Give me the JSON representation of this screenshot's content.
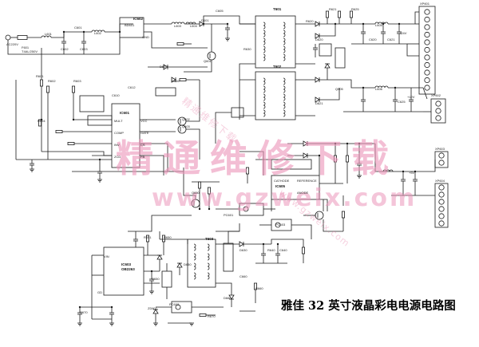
{
  "caption": "雅佳 32 英寸液晶彩电电源电路图",
  "watermark": {
    "chinese": "精通维修下载",
    "url": "www.gzweix.com",
    "diagonal": "精通维修下载",
    "diagonal2": "www.gzweix.com"
  },
  "chips": {
    "ic_top": "IC602",
    "ic_pfc": "IC601",
    "ic_mid": "IC605",
    "ic_bottom": "IC603",
    "ic_bottom_part": "OB2263",
    "t_top": "T601",
    "t_mid": "T602",
    "t_bottom": "T603"
  },
  "labels": {
    "ac_in": "AC220V",
    "fuse": "F601",
    "fuse_val": "T4AL/250V",
    "l601": "L601",
    "l602": "L602",
    "bd": "BD601",
    "c601": "C601",
    "c602": "C602",
    "c603": "C603",
    "l603": "L603",
    "l604": "L604",
    "d601": "D601",
    "c605": "C605",
    "q601": "Q601",
    "r601": "R601",
    "r602": "R602",
    "r603": "R603",
    "r604": "R604",
    "d605": "D605",
    "d606": "D606",
    "c610": "C610",
    "c612": "C612",
    "q602": "Q602",
    "q603": "Q603",
    "q605": "Q605",
    "r620": "R620",
    "r621": "R621",
    "r625": "R625",
    "r630": "R630",
    "d620": "D620",
    "d621": "D621",
    "c620": "C620",
    "c621": "C621",
    "c625": "C625",
    "l605": "L605",
    "l606": "L606",
    "cathode": "CATHODE",
    "anode": "ANODE",
    "reference": "REFERENCE",
    "pc601": "PC601",
    "pc602": "PC602",
    "pc603": "PC603",
    "d630": "D630",
    "r640": "R640",
    "c640": "C640",
    "xp601": "XP601",
    "xp602": "XP602",
    "xp603": "XP603",
    "xp604": "XP604",
    "v24": "+24V",
    "v12": "+12V",
    "v5": "+5V",
    "gnd": "GND",
    "vcc": "VCC",
    "gate": "GATE",
    "cs": "CS",
    "fb": "FB",
    "mult": "MULT",
    "comp": "COMP",
    "inv": "INV",
    "zcd": "ZCD",
    "gd": "GD",
    "vin": "VIN",
    "r650": "R650",
    "r651": "R651",
    "c650": "C650",
    "d650": "D650",
    "zd601": "ZD601",
    "q650": "Q650",
    "r660": "R660",
    "c660": "C660",
    "d660": "D660",
    "r670": "R670",
    "c670": "C670"
  }
}
